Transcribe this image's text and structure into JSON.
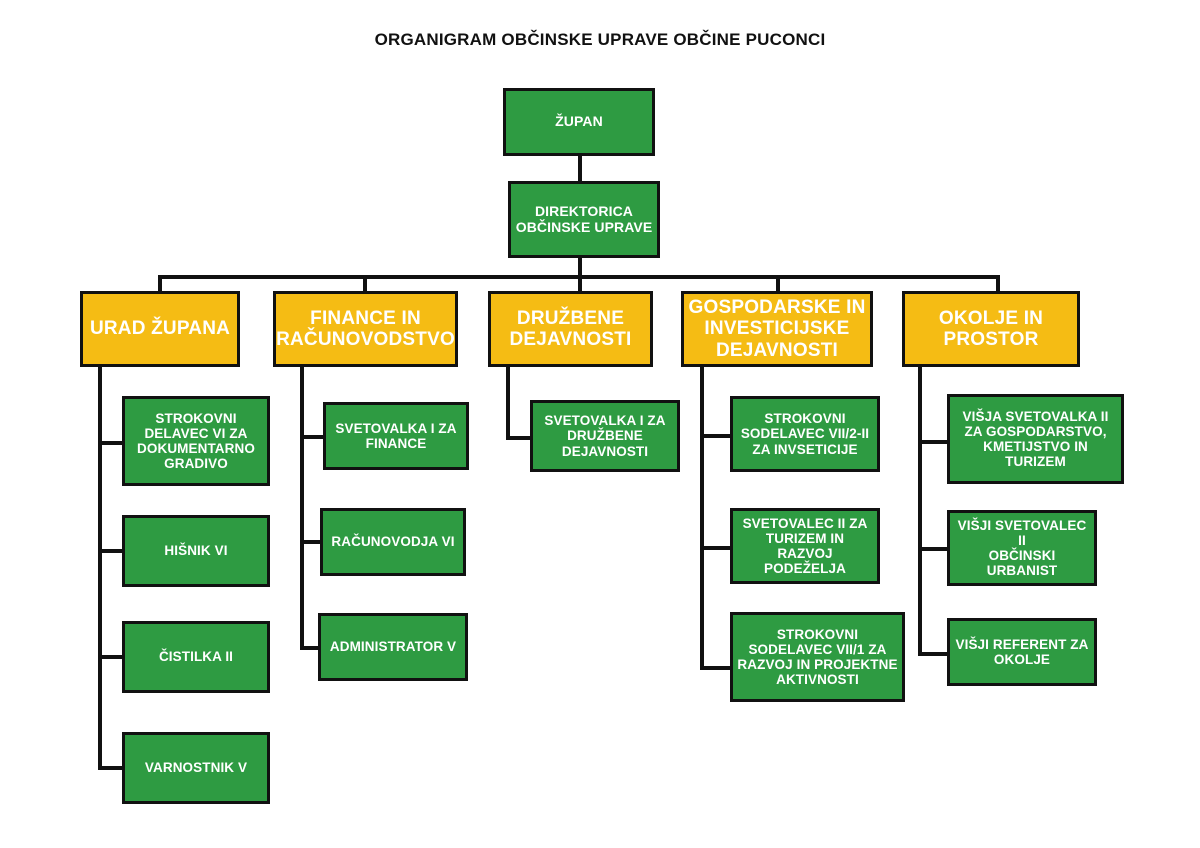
{
  "title": "ORGANIGRAM OBČINSKE UPRAVE OBČINE PUCONCI",
  "colors": {
    "green": "#2e9b42",
    "yellow": "#f5bc14",
    "border": "#111111",
    "text": "#ffffff",
    "background": "#ffffff"
  },
  "chart_data": {
    "type": "diagram",
    "diagram_type": "organizational-chart",
    "title": "ORGANIGRAM OBČINSKE UPRAVE OBČINE PUCONCI",
    "orientation": "top-down",
    "levels": 4,
    "nodes": [
      {
        "id": "zupan",
        "label": "ŽUPAN",
        "level": 0,
        "color": "green"
      },
      {
        "id": "direktorica",
        "label": "DIREKTORICA\nOBČINSKE UPRAVE",
        "level": 1,
        "color": "green"
      },
      {
        "id": "urad",
        "label": "URAD ŽUPANA",
        "level": 2,
        "color": "yellow"
      },
      {
        "id": "finance",
        "label": "FINANCE IN\nRAČUNOVODSTVO",
        "level": 2,
        "color": "yellow"
      },
      {
        "id": "druzbene",
        "label": "DRUŽBENE\nDEJAVNOSTI",
        "level": 2,
        "color": "yellow"
      },
      {
        "id": "gospodarske",
        "label": "GOSPODARSKE IN\nINVESTICIJSKE\nDEJAVNOSTI",
        "level": 2,
        "color": "yellow"
      },
      {
        "id": "okolje",
        "label": "OKOLJE IN\nPROSTOR",
        "level": 2,
        "color": "yellow"
      },
      {
        "id": "urad-1",
        "label": "STROKOVNI\nDELAVEC VI ZA\nDOKUMENTARNO\nGRADIVO",
        "level": 3,
        "color": "green",
        "parent": "urad"
      },
      {
        "id": "urad-2",
        "label": "HIŠNIK VI",
        "level": 3,
        "color": "green",
        "parent": "urad"
      },
      {
        "id": "urad-3",
        "label": "ČISTILKA II",
        "level": 3,
        "color": "green",
        "parent": "urad"
      },
      {
        "id": "urad-4",
        "label": "VARNOSTNIK V",
        "level": 3,
        "color": "green",
        "parent": "urad"
      },
      {
        "id": "fin-1",
        "label": "SVETOVALKA I ZA\nFINANCE",
        "level": 3,
        "color": "green",
        "parent": "finance"
      },
      {
        "id": "fin-2",
        "label": "RAČUNOVODJA VI",
        "level": 3,
        "color": "green",
        "parent": "finance"
      },
      {
        "id": "fin-3",
        "label": "ADMINISTRATOR V",
        "level": 3,
        "color": "green",
        "parent": "finance"
      },
      {
        "id": "druz-1",
        "label": "SVETOVALKA I ZA\nDRUŽBENE\nDEJAVNOSTI",
        "level": 3,
        "color": "green",
        "parent": "druzbene"
      },
      {
        "id": "gosp-1",
        "label": "STROKOVNI\nSODELAVEC VII/2-II\nZA INVSETICIJE",
        "level": 3,
        "color": "green",
        "parent": "gospodarske"
      },
      {
        "id": "gosp-2",
        "label": "SVETOVALEC II ZA\nTURIZEM IN\nRAZVOJ PODEŽELJA",
        "level": 3,
        "color": "green",
        "parent": "gospodarske"
      },
      {
        "id": "gosp-3",
        "label": "STROKOVNI\nSODELAVEC VII/1 ZA\nRAZVOJ IN PROJEKTNE\nAKTIVNOSTI",
        "level": 3,
        "color": "green",
        "parent": "gospodarske"
      },
      {
        "id": "okol-1",
        "label": "VIŠJA SVETOVALKA II\nZA GOSPODARSTVO,\nKMETIJSTVO IN\nTURIZEM",
        "level": 3,
        "color": "green",
        "parent": "okolje"
      },
      {
        "id": "okol-2",
        "label": "VIŠJI SVETOVALEC II\nOBČINSKI\nURBANIST",
        "level": 3,
        "color": "green",
        "parent": "okolje"
      },
      {
        "id": "okol-3",
        "label": "VIŠJI REFERENT ZA\nOKOLJE",
        "level": 3,
        "color": "green",
        "parent": "okolje"
      }
    ],
    "edges": [
      {
        "from": "zupan",
        "to": "direktorica"
      },
      {
        "from": "direktorica",
        "to": "urad"
      },
      {
        "from": "direktorica",
        "to": "finance"
      },
      {
        "from": "direktorica",
        "to": "druzbene"
      },
      {
        "from": "direktorica",
        "to": "gospodarske"
      },
      {
        "from": "direktorica",
        "to": "okolje"
      },
      {
        "from": "urad",
        "to": "urad-1"
      },
      {
        "from": "urad",
        "to": "urad-2"
      },
      {
        "from": "urad",
        "to": "urad-3"
      },
      {
        "from": "urad",
        "to": "urad-4"
      },
      {
        "from": "finance",
        "to": "fin-1"
      },
      {
        "from": "finance",
        "to": "fin-2"
      },
      {
        "from": "finance",
        "to": "fin-3"
      },
      {
        "from": "druzbene",
        "to": "druz-1"
      },
      {
        "from": "gospodarske",
        "to": "gosp-1"
      },
      {
        "from": "gospodarske",
        "to": "gosp-2"
      },
      {
        "from": "gospodarske",
        "to": "gosp-3"
      },
      {
        "from": "okolje",
        "to": "okol-1"
      },
      {
        "from": "okolje",
        "to": "okol-2"
      },
      {
        "from": "okolje",
        "to": "okol-3"
      }
    ]
  }
}
